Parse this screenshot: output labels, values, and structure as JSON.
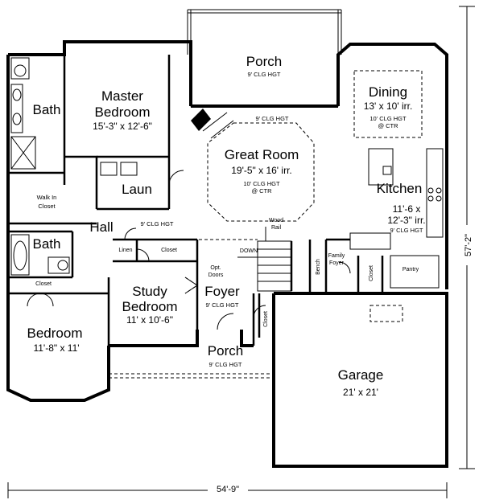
{
  "rooms": {
    "porch_rear": {
      "name": "Porch",
      "note": "9' CLG HGT"
    },
    "master": {
      "name_line1": "Master",
      "name_line2": "Bedroom",
      "size": "15'-3\" x 12'-6\""
    },
    "master_bath": {
      "name": "Bath"
    },
    "great_room": {
      "name": "Great Room",
      "size": "19'-5\" x 16' irr.",
      "note_line1": "10' CLG HGT",
      "note_line2": "@ CTR",
      "ceiling_note": "9' CLG HGT"
    },
    "dining": {
      "name": "Dining",
      "size": "13' x 10' irr.",
      "note_line1": "10' CLG HGT",
      "note_line2": "@ CTR"
    },
    "kitchen": {
      "name": "Kitchen",
      "size_line1": "11'-6 x",
      "size_line2": "12'-3\" irr.",
      "note": "9' CLG HGT"
    },
    "walk_in_closet": {
      "line1": "Walk In",
      "line2": "Closet"
    },
    "laundry": {
      "name": "Laun"
    },
    "hall": {
      "name": "Hall",
      "note": "9' CLG HGT"
    },
    "bath2": {
      "name": "Bath"
    },
    "closet_bed": {
      "name": "Closet"
    },
    "linen": {
      "name": "Linen"
    },
    "closet_study": {
      "name": "Closet"
    },
    "opt_doors": {
      "line1": "Opt.",
      "line2": "Doors"
    },
    "down": {
      "name": "DOWN"
    },
    "wood_rail": {
      "line1": "Wood",
      "line2": "Rail"
    },
    "study": {
      "name_line1": "Study",
      "name_line2": "Bedroom",
      "size": "11' x 10'-6\""
    },
    "foyer": {
      "name": "Foyer",
      "note": "9' CLG HGT"
    },
    "closet_foyer": {
      "name": "Closet"
    },
    "bench": {
      "name": "Bench"
    },
    "family_foyer": {
      "line1": "Family",
      "line2": "Foyer"
    },
    "closet_family": {
      "name": "Closet"
    },
    "pantry": {
      "name": "Pantry"
    },
    "bedroom": {
      "name": "Bedroom",
      "size": "11'-8\" x 11'"
    },
    "porch_front": {
      "name": "Porch",
      "note": "9' CLG HGT"
    },
    "garage": {
      "name": "Garage",
      "size": "21' x 21'"
    }
  },
  "dimensions": {
    "width": "54'-9\"",
    "depth": "57'-2\""
  }
}
